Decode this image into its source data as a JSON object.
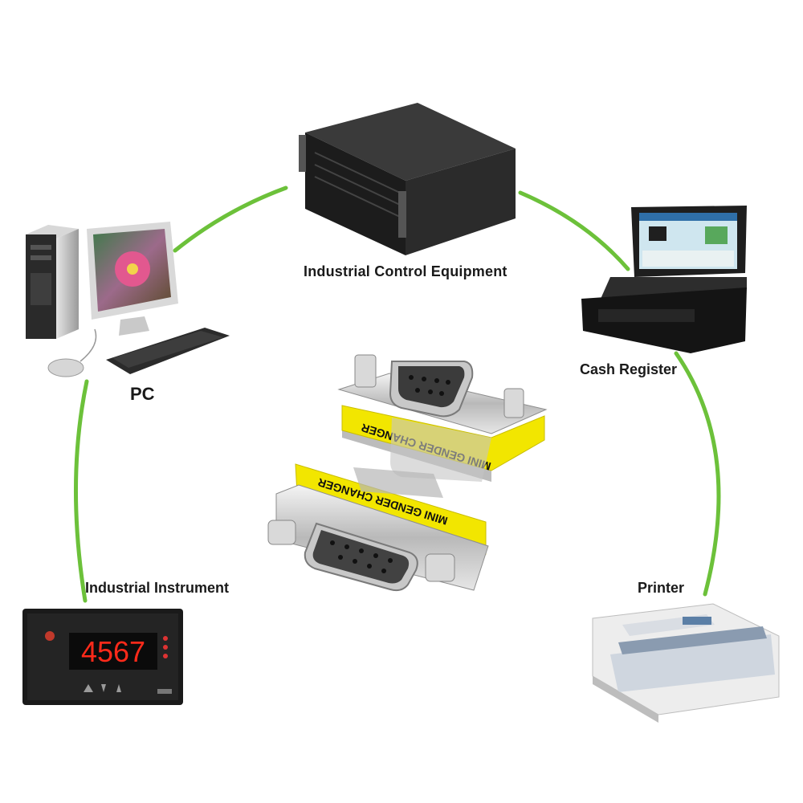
{
  "labels": {
    "industrial_control": "Industrial Control Equipment",
    "pc": "PC",
    "cash_register": "Cash Register",
    "industrial_instrument": "Industrial Instrument",
    "printer": "Printer"
  },
  "adapter": {
    "top_text": "MINI GENDER CHANGER",
    "bottom_text": "MINI GENDER CHANGER"
  },
  "instrument": {
    "display_value": "4567"
  },
  "colors": {
    "connector_line": "#6cc13a",
    "adapter_label": "#f2e600",
    "display_digits": "#ff2a1a"
  }
}
